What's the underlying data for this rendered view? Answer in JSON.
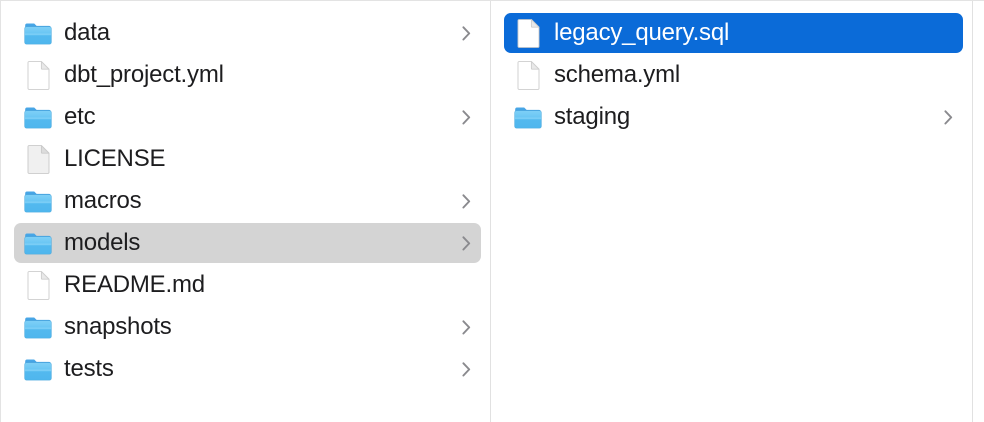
{
  "app": {
    "name": "Finder",
    "view": "column",
    "background_color": "#ffffff",
    "divider_color": "#e1e1e1",
    "text_color": "#1d1d1f",
    "selection_active_color": "#0b6bd8",
    "selection_inactive_color": "#d4d4d4",
    "chevron_color": "#8a8a8e"
  },
  "columns": [
    {
      "name": "column-1",
      "items": [
        {
          "label": "data",
          "kind": "folder",
          "icon": "folder-icon",
          "has_chevron": true,
          "selected": "none"
        },
        {
          "label": "dbt_project.yml",
          "kind": "file",
          "icon": "document-icon",
          "has_chevron": false,
          "selected": "none"
        },
        {
          "label": "etc",
          "kind": "folder",
          "icon": "folder-icon",
          "has_chevron": true,
          "selected": "none"
        },
        {
          "label": "LICENSE",
          "kind": "file",
          "icon": "document-plain-icon",
          "has_chevron": false,
          "selected": "none"
        },
        {
          "label": "macros",
          "kind": "folder",
          "icon": "folder-icon",
          "has_chevron": true,
          "selected": "none"
        },
        {
          "label": "models",
          "kind": "folder",
          "icon": "folder-icon",
          "has_chevron": true,
          "selected": "inactive"
        },
        {
          "label": "README.md",
          "kind": "file",
          "icon": "document-icon",
          "has_chevron": false,
          "selected": "none"
        },
        {
          "label": "snapshots",
          "kind": "folder",
          "icon": "folder-icon",
          "has_chevron": true,
          "selected": "none"
        },
        {
          "label": "tests",
          "kind": "folder",
          "icon": "folder-icon",
          "has_chevron": true,
          "selected": "none"
        }
      ]
    },
    {
      "name": "column-2",
      "items": [
        {
          "label": "legacy_query.sql",
          "kind": "file",
          "icon": "document-icon",
          "has_chevron": false,
          "selected": "active"
        },
        {
          "label": "schema.yml",
          "kind": "file",
          "icon": "document-icon",
          "has_chevron": false,
          "selected": "none"
        },
        {
          "label": "staging",
          "kind": "folder",
          "icon": "folder-icon",
          "has_chevron": true,
          "selected": "none"
        }
      ]
    }
  ]
}
